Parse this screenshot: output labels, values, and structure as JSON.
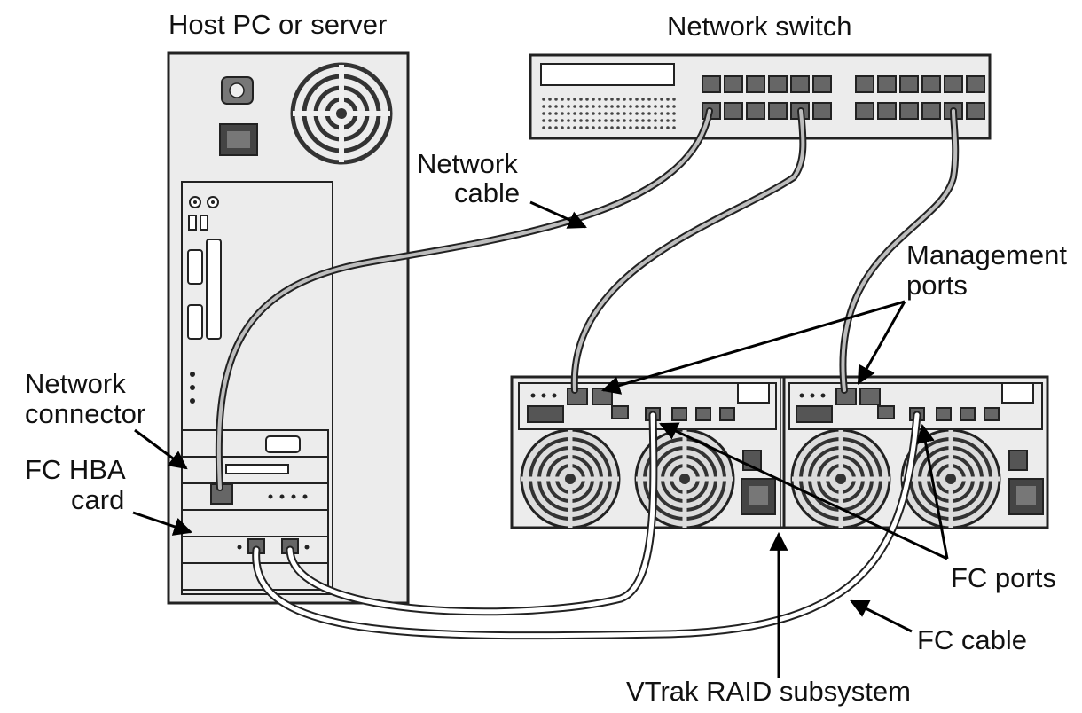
{
  "labels": {
    "host": "Host PC or server",
    "switch": "Network switch",
    "network_cable_1": "Network",
    "network_cable_2": "cable",
    "management_ports_1": "Management",
    "management_ports_2": "ports",
    "network_connector_1": "Network",
    "network_connector_2": "connector",
    "fc_hba_card_1": "FC HBA",
    "fc_hba_card_2": "card",
    "fc_ports": "FC ports",
    "fc_cable": "FC cable",
    "vtrak": "VTrak RAID subsystem"
  },
  "colors": {
    "line": "#222222",
    "chassis_fill": "#ececec",
    "cable_core": "#bdbdbd",
    "background": "#ffffff"
  },
  "icons": {
    "fan": "fan-icon",
    "power_socket": "power-socket-icon",
    "ethernet_port": "ethernet-port-icon"
  }
}
